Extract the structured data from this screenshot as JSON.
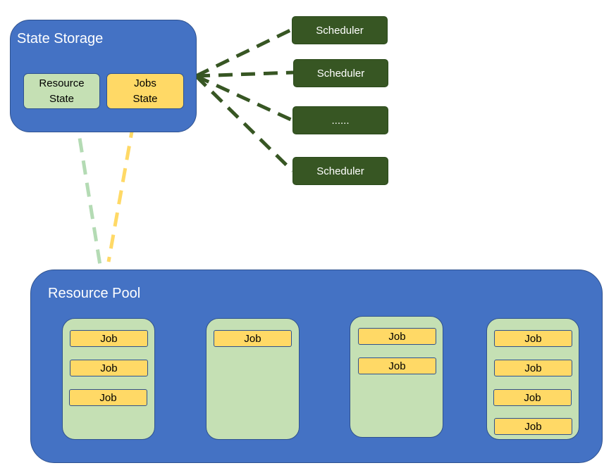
{
  "state_storage": {
    "title": "State Storage",
    "resource_state": "Resource\nState",
    "jobs_state": "Jobs\nState"
  },
  "schedulers": [
    "Scheduler",
    "Scheduler",
    "......",
    "Scheduler"
  ],
  "resource_pool": {
    "title": "Resource Pool",
    "job_label": "Job",
    "nodes": [
      {
        "jobs": 3
      },
      {
        "jobs": 1
      },
      {
        "jobs": 2
      },
      {
        "jobs": 4
      }
    ]
  },
  "colors": {
    "container_blue": "#4472c4",
    "scheduler_green": "#375623",
    "node_green": "#c5e0b4",
    "job_yellow": "#ffd966",
    "resource_line": "#b4dbb4",
    "jobs_line": "#ffd966"
  }
}
